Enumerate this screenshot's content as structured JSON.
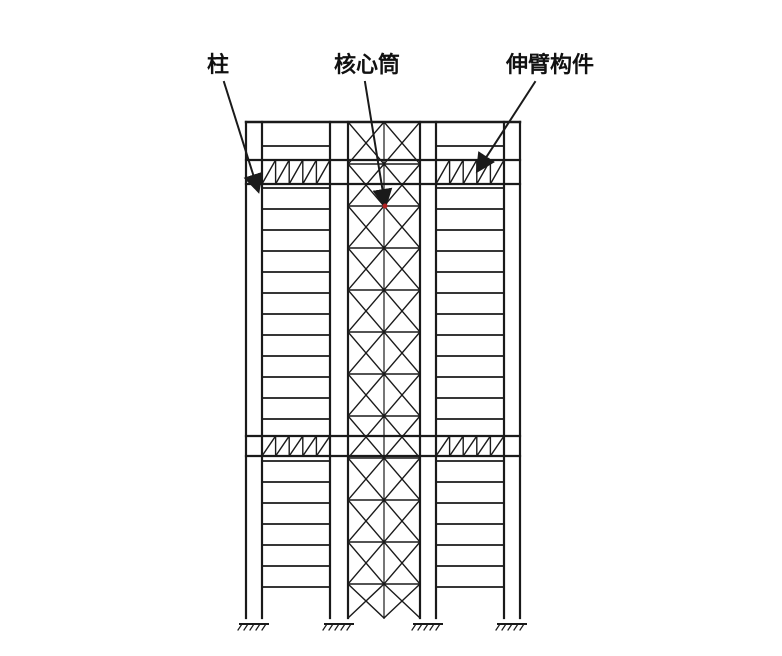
{
  "labels": {
    "column": "柱",
    "core_tube": "核心筒",
    "outrigger": "伸臂构件"
  },
  "colors": {
    "ink": "#1a1a1a",
    "background": "#ffffff",
    "core_marker": "#b22222"
  }
}
